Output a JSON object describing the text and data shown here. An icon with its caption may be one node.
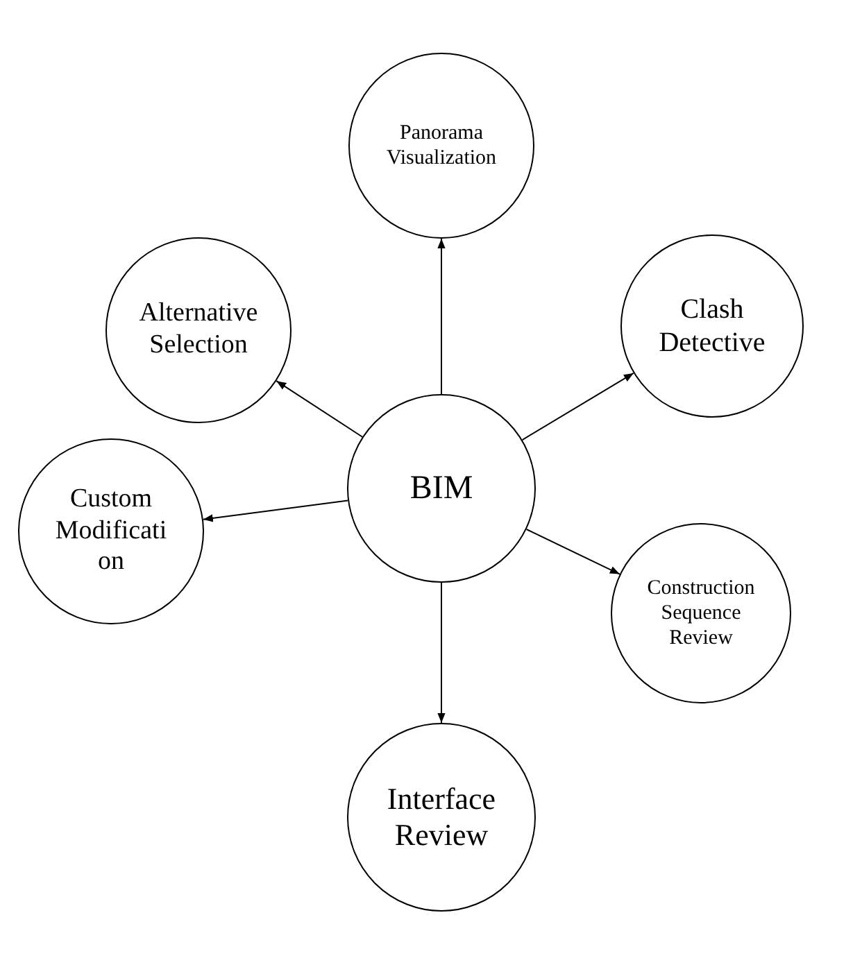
{
  "diagram": {
    "nodes": [
      {
        "text": [
          "Panorama Visualization"
        ]
      },
      {
        "text": [
          "Alternative Selection"
        ]
      },
      {
        "text": [
          "Clash Detective"
        ]
      },
      {
        "text": [
          "BIM"
        ]
      },
      {
        "text": [
          "Custom Modificati on"
        ]
      },
      {
        "text": [
          "Construction Sequence Review"
        ]
      },
      {
        "text": [
          "Interface Review"
        ]
      }
    ],
    "edges": [
      {
        "from": 3,
        "to": 0,
        "arrow": "to"
      },
      {
        "from": 3,
        "to": 1,
        "arrow": "to"
      },
      {
        "from": 3,
        "to": 2,
        "arrow": "to"
      },
      {
        "from": 3,
        "to": 4,
        "arrow": "to"
      },
      {
        "from": 3,
        "to": 5,
        "arrow": "to"
      },
      {
        "from": 3,
        "to": 6,
        "arrow": "to"
      }
    ]
  }
}
